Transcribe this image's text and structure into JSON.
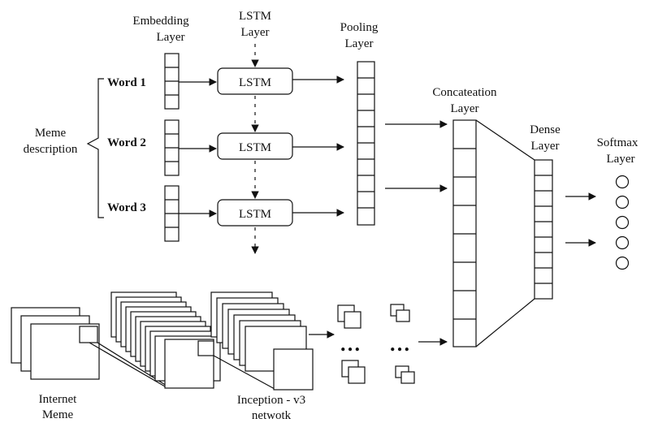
{
  "labels": {
    "embedding_layer": [
      "Embedding",
      "Layer"
    ],
    "lstm_layer": [
      "LSTM",
      "Layer"
    ],
    "pooling_layer": [
      "Pooling",
      "Layer"
    ],
    "concatenation_layer": [
      "Concateation",
      "Layer"
    ],
    "dense_layer": [
      "Dense",
      "Layer"
    ],
    "softmax_layer": [
      "Softmax",
      "Layer"
    ],
    "meme_description": [
      "Meme",
      "description"
    ],
    "internet_meme": [
      "Internet",
      "Meme"
    ],
    "inception": [
      "Inception -  v3",
      "netwotk"
    ],
    "dots": "…"
  },
  "words": [
    "Word 1",
    "Word 2",
    "Word 3"
  ],
  "lstm_cell": "LSTM"
}
